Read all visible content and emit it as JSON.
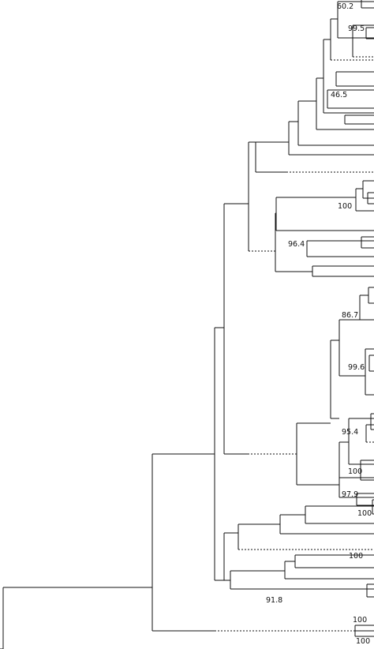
{
  "tree": {
    "line_color": "#111111",
    "background": "#ffffff",
    "support_values": [
      "60.2",
      "99.5",
      "46.5",
      "100",
      "96.4",
      "86.7",
      "99.6",
      "95.4",
      "100",
      "97.9",
      "100",
      "100",
      "91.8",
      "100",
      "100"
    ]
  }
}
